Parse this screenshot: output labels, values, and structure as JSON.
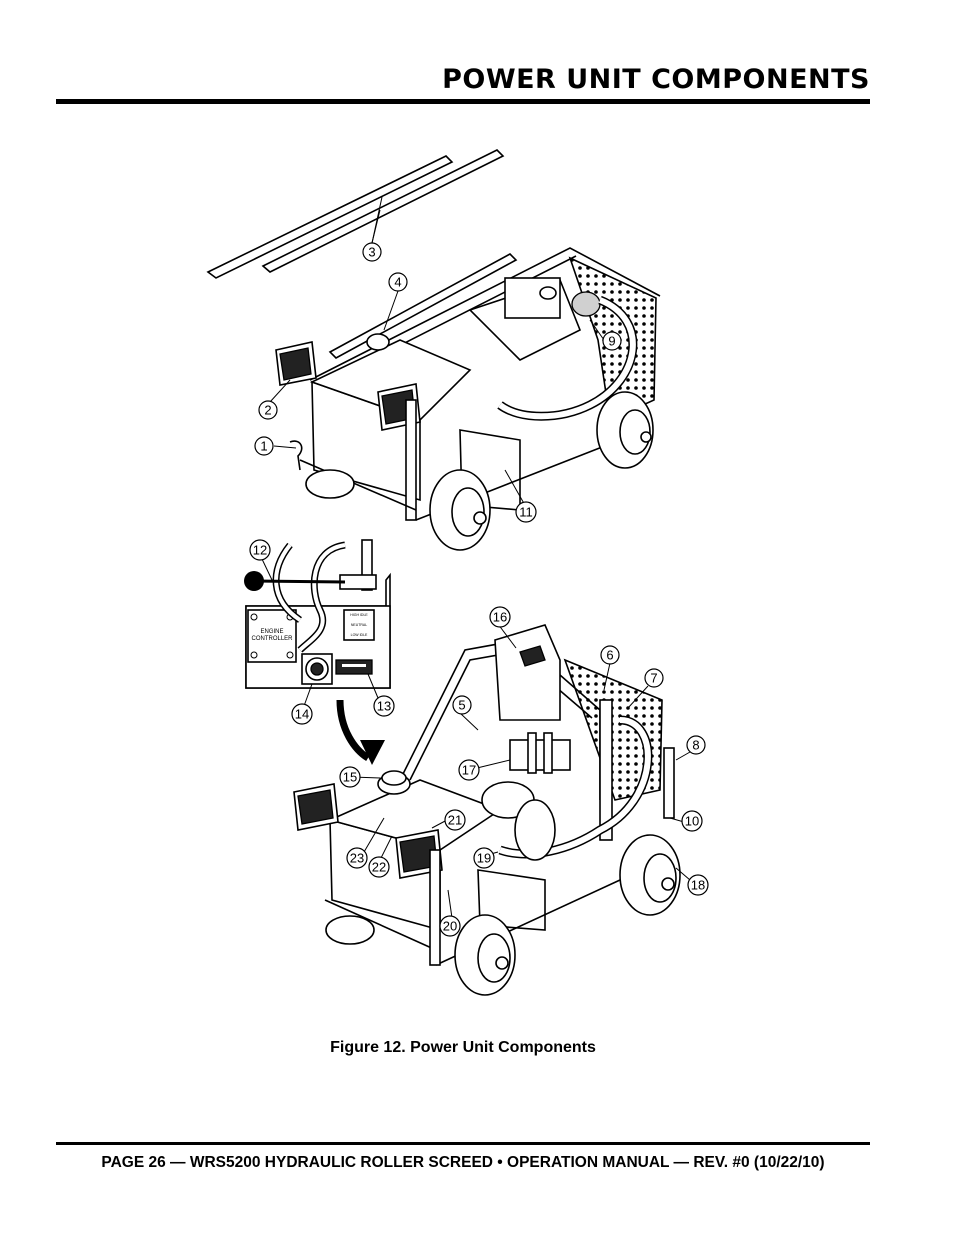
{
  "header": {
    "title": "POWER UNIT COMPONENTS"
  },
  "figure": {
    "caption": "Figure 12. Power Unit Components",
    "inset": {
      "panel_label_line1": "ENGINE",
      "panel_label_line2": "CONTROLLER",
      "switch_label_top": "HIGH IDLE",
      "switch_label_mid": "NEUTRAL",
      "switch_label_bottom": "LOW IDLE"
    },
    "callouts": {
      "c1": "1",
      "c2": "2",
      "c3": "3",
      "c4": "4",
      "c5": "5",
      "c6": "6",
      "c7": "7",
      "c8": "8",
      "c9": "9",
      "c10": "10",
      "c11": "11",
      "c12": "12",
      "c13": "13",
      "c14": "14",
      "c15": "15",
      "c16": "16",
      "c17": "17",
      "c18": "18",
      "c19": "19",
      "c20": "20",
      "c21": "21",
      "c22": "22",
      "c23": "23"
    }
  },
  "footer": {
    "text": "PAGE 26 — WRS5200 HYDRAULIC ROLLER SCREED • OPERATION MANUAL — REV. #0 (10/22/10)"
  }
}
